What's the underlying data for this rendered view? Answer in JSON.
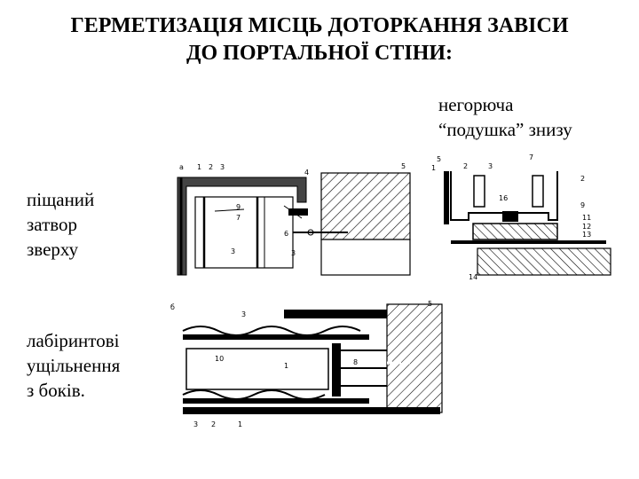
{
  "title": {
    "line1": "ГЕРМЕТИЗАЦІЯ МІСЦЬ ДОТОРКАННЯ ЗАВІСИ",
    "line2": "ДО ПОРТАЛЬНОЇ СТІНИ:"
  },
  "labels": {
    "bottom": [
      "негорюча",
      "“подушка” знизу"
    ],
    "top": [
      "піщаний",
      "затвор",
      "зверху"
    ],
    "sides": [
      "лабіринтові",
      "ущільнення",
      "з боків."
    ]
  },
  "figures": {
    "a": {
      "letter": "а",
      "numbers": [
        "1",
        "2",
        "3",
        "4",
        "5",
        "9",
        "7",
        "6",
        "3",
        "3"
      ]
    },
    "c": {
      "numbers": [
        "5",
        "1",
        "2",
        "3",
        "7",
        "2",
        "16",
        "9",
        "11",
        "12",
        "13",
        "14"
      ]
    },
    "b": {
      "letter": "б",
      "numbers": [
        "3",
        "5",
        "10",
        "1",
        "8",
        "3",
        "2",
        "1"
      ]
    }
  }
}
